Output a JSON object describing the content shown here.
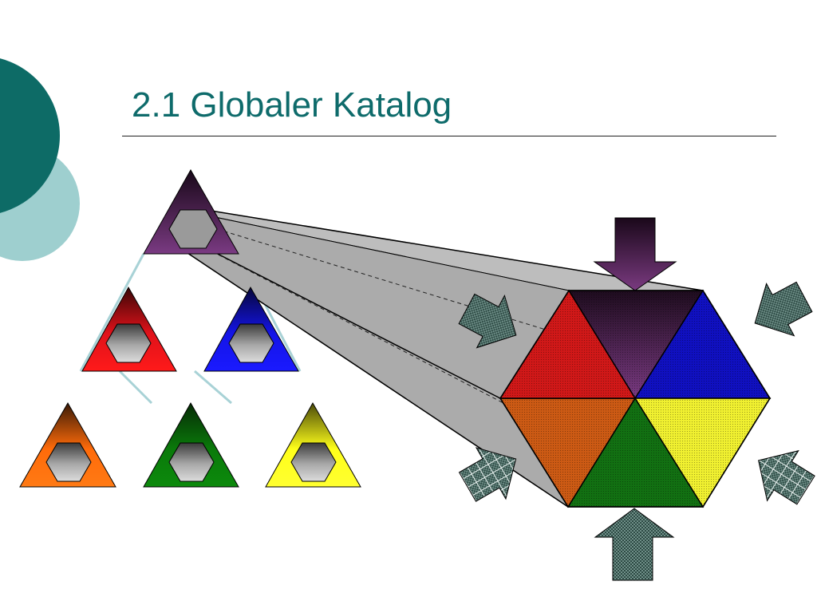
{
  "slide": {
    "title": "2.1 Globaler Katalog"
  },
  "theme": {
    "title_color": "#0e6b6b",
    "decor_circle_dark": "#0d6b66",
    "decor_circle_light": "#9ecfcf",
    "arrow_fill": "#6f8f88",
    "link_line": "#a8d2d6"
  },
  "diagram": {
    "pyramid": [
      {
        "name": "top",
        "color": "#6b2f73"
      },
      {
        "name": "red",
        "color": "#e0121a"
      },
      {
        "name": "blue",
        "color": "#1414e6"
      },
      {
        "name": "orange",
        "color": "#ff6b0a"
      },
      {
        "name": "green",
        "color": "#0a7a0a"
      },
      {
        "name": "yellow",
        "color": "#ffff1a"
      }
    ],
    "hexagon_segments": [
      {
        "name": "purple",
        "color": "#6b2f73"
      },
      {
        "name": "blue",
        "color": "#1010c0"
      },
      {
        "name": "yellow",
        "color": "#f0f030"
      },
      {
        "name": "green",
        "color": "#127012"
      },
      {
        "name": "orange",
        "color": "#cc5a14"
      },
      {
        "name": "red",
        "color": "#d01818"
      }
    ],
    "arrows": [
      {
        "name": "top",
        "color": "#7a3a80"
      },
      {
        "name": "upper-right",
        "color": "#6f8f88"
      },
      {
        "name": "lower-right",
        "color": "#6f8f88"
      },
      {
        "name": "bottom",
        "color": "#6f8f88"
      },
      {
        "name": "lower-left",
        "color": "#6f8f88"
      },
      {
        "name": "upper-left",
        "color": "#6f8f88"
      }
    ]
  }
}
